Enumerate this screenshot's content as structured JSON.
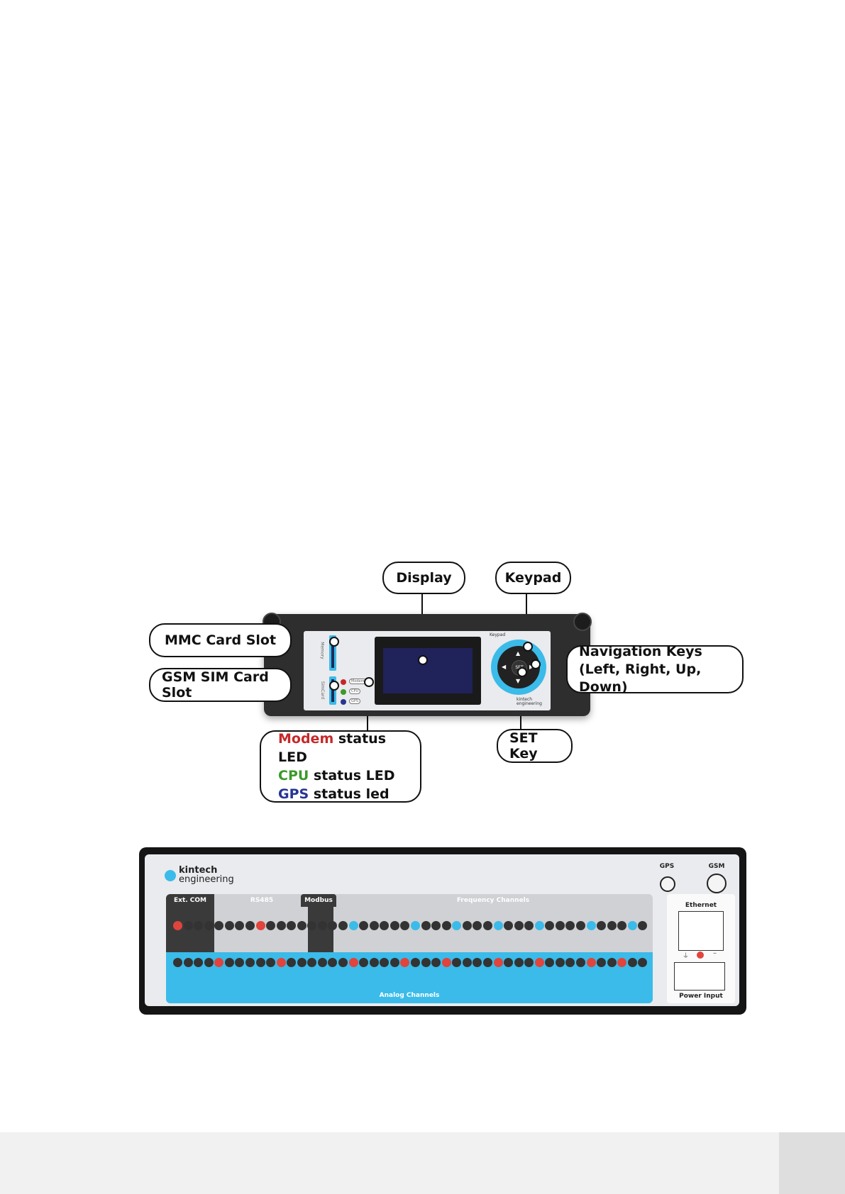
{
  "callouts": {
    "display": "Display",
    "keypad": "Keypad",
    "mmc": "MMC Card Slot",
    "sim": "GSM SIM Card Slot",
    "nav_line1": "Navigation Keys",
    "nav_line2": "(Left, Right, Up, Down)",
    "set_key": "SET Key",
    "led_modem_word": "Modem",
    "led_modem_rest": "status LED",
    "led_cpu_word": "CPU",
    "led_cpu_rest": "status LED",
    "led_gps_word": "GPS",
    "led_gps_rest": "status led"
  },
  "front_panel": {
    "memory_label": "Memory",
    "simcard_label": "SimCard",
    "led_modem": "Modem",
    "led_cpu": "CPU",
    "led_gps": "GPS",
    "keypad_label": "Keypad",
    "set_label": "SET",
    "brand_line1": "kintech",
    "brand_line2": "engineering"
  },
  "back_panel": {
    "brand_line1": "kintech",
    "brand_line2": "engineering",
    "ext_com": "Ext. COM",
    "rs485": "RS485",
    "modbus": "Modbus",
    "frequency_channels": "Frequency Channels",
    "analog_channels": "Analog Channels",
    "gps": "GPS",
    "gsm": "GSM",
    "ethernet": "Ethernet",
    "power_input": "Power Input"
  },
  "colors": {
    "modem": "#c62828",
    "cpu": "#3a9a2a",
    "gps": "#283593",
    "accent_blue": "#3bbbe9",
    "pin_red": "#e0443c",
    "pin_dark": "#333333"
  }
}
